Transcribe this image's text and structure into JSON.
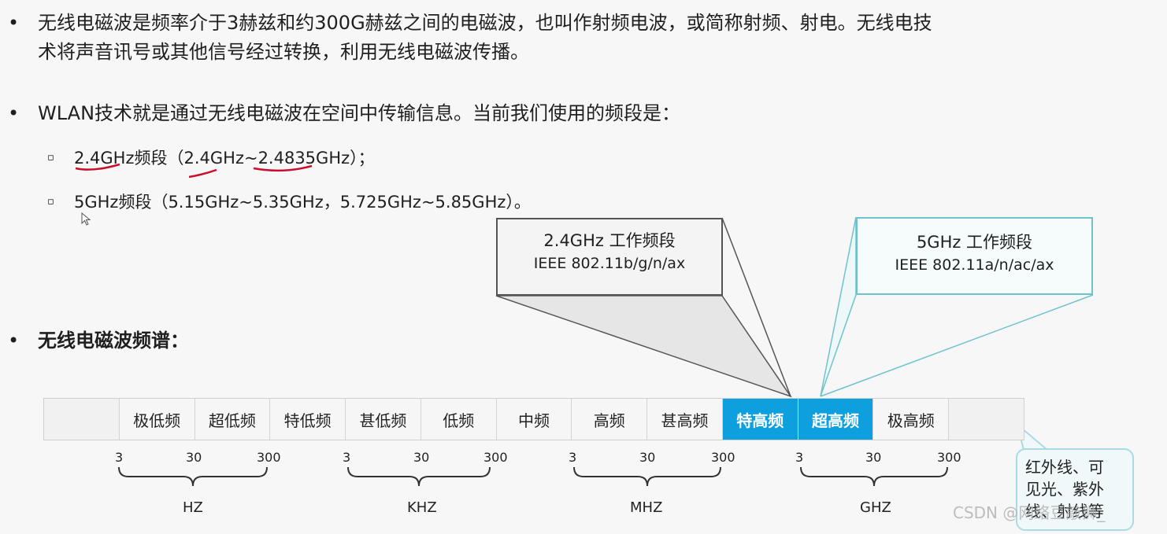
{
  "bullets": [
    {
      "dot": "•",
      "line1": "无线电磁波是频率介于3赫兹和约300G赫兹之间的电磁波，也叫作射频电波，或简称射频、射电。无线电技",
      "line2": "术将声音讯号或其他信号经过转换，利用无线电磁波传播。"
    },
    {
      "dot": "•",
      "text": "WLAN技术就是通过无线电磁波在空间中传输信息。当前我们使用的频段是："
    },
    {
      "dot": "•",
      "text": "无线电磁波频谱："
    }
  ],
  "sub_items": [
    {
      "marker": "▫",
      "text": "2.4GHz频段（2.4GHz~2.4835GHz）；"
    },
    {
      "marker": "▫",
      "text": "5GHz频段（5.15GHz~5.35GHz，5.725GHz~5.85GHz）。"
    }
  ],
  "callouts": {
    "band24": {
      "title": "2.4GHz 工作频段",
      "std": "IEEE 802.11b/g/n/ax"
    },
    "band5": {
      "title": "5GHz 工作频段",
      "std": "IEEE 802.11a/n/ac/ax"
    }
  },
  "spectrum": {
    "cells": [
      "极低频",
      "超低频",
      "特低频",
      "甚低频",
      "低频",
      "中频",
      "高频",
      "甚高频",
      "特高频",
      "超高频",
      "极高频"
    ],
    "highlight_color": "#0ea0de"
  },
  "ticks": [
    "3",
    "30",
    "300",
    "3",
    "30",
    "300",
    "3",
    "30",
    "300",
    "3",
    "30",
    "300"
  ],
  "units": [
    "HZ",
    "KHZ",
    "MHZ",
    "GHZ"
  ],
  "ir_box": {
    "line1": "红外线、可",
    "line2": "见光、紫外",
    "line3": "线、射线等"
  },
  "watermark": "CSDN @网络豆敲狮_"
}
